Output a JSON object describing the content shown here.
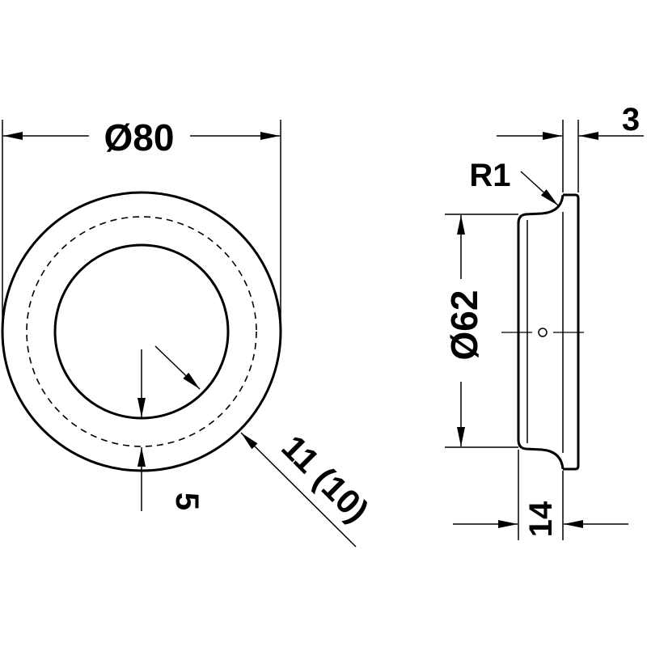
{
  "colors": {
    "line": "#000000",
    "background": "#ffffff"
  },
  "front_view": {
    "outer_diameter_label": "Ø80",
    "ring_width_label": "5",
    "depth_label": "11 (10)"
  },
  "side_view": {
    "inner_diameter_label": "Ø62",
    "flange_thickness_label": "3",
    "radius_label": "R1",
    "total_depth_label": "14"
  }
}
